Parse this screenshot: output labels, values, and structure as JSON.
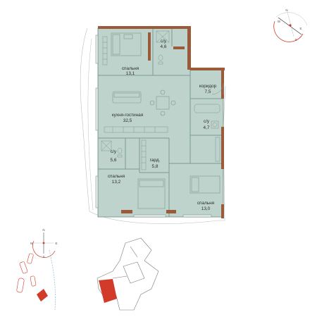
{
  "floorplan": {
    "colors": {
      "floor": "#bfd3cd",
      "wall": "#9b5a3a",
      "line": "#6b8680",
      "accent": "#d23a2a"
    },
    "rooms": [
      {
        "id": "bedroom-top",
        "label": "спальня",
        "area": "13,1"
      },
      {
        "id": "bath-top",
        "label": "с/у",
        "area": "4,6"
      },
      {
        "id": "corridor",
        "label": "коридор",
        "area": "7,5"
      },
      {
        "id": "kitchen-living",
        "label": "кухня-гостиная",
        "area": "32,5"
      },
      {
        "id": "bath-right",
        "label": "с/у",
        "area": "4,7"
      },
      {
        "id": "bath-left",
        "label": "с/у",
        "area": "5,6"
      },
      {
        "id": "wardrobe",
        "label": "гард.",
        "area": "5,8"
      },
      {
        "id": "bedroom-left",
        "label": "спальня",
        "area": "13,2"
      },
      {
        "id": "bedroom-right",
        "label": "спальня",
        "area": "13,0"
      }
    ],
    "compass_main": {
      "letters": [
        "N",
        "W",
        "E",
        "S"
      ],
      "icon": "compass-rose"
    },
    "compass_small": {
      "letters": [
        "N",
        "W",
        "E",
        "S"
      ],
      "icon": "compass-rose"
    }
  }
}
